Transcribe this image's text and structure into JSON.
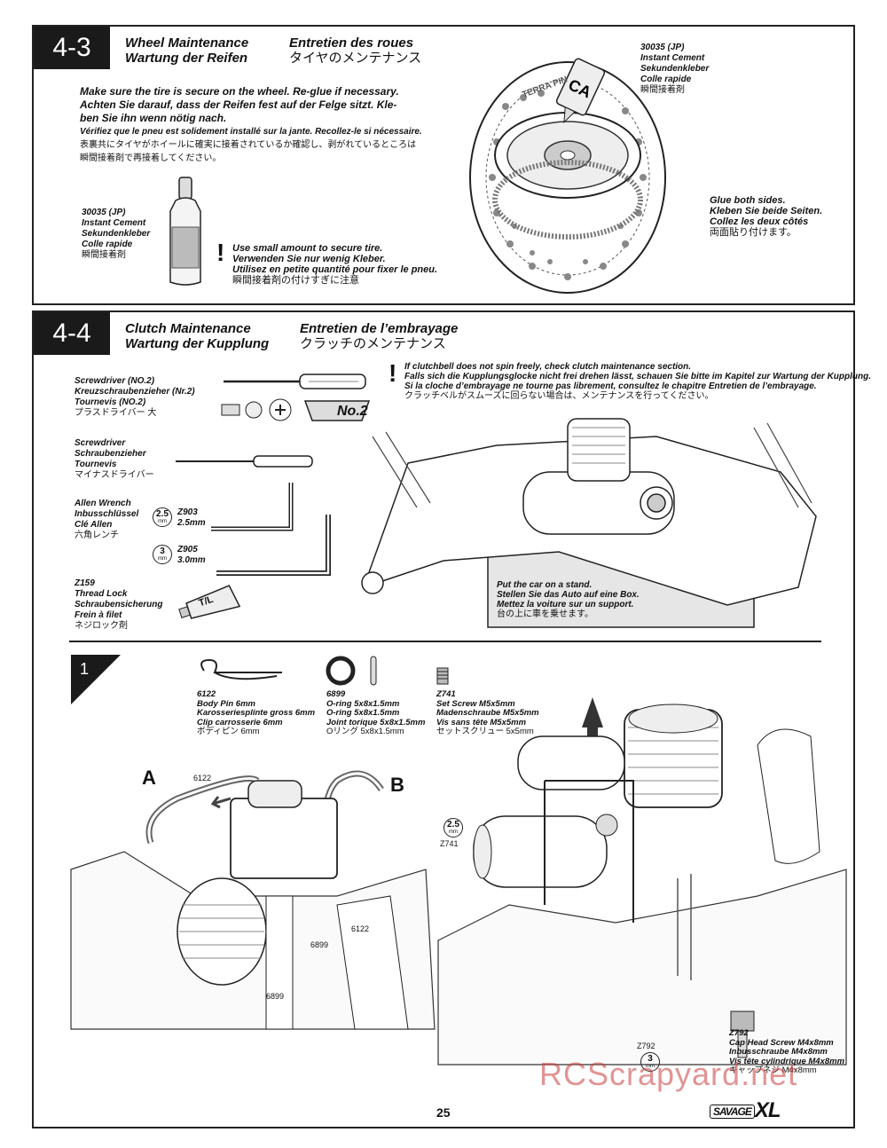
{
  "s43": {
    "number": "4-3",
    "title_en": "Wheel Maintenance",
    "title_de": "Wartung der Reifen",
    "title_fr": "Entretien des roues",
    "title_jp": "タイヤのメンテナンス",
    "instr_en": "Make sure the tire is secure on the wheel. Re-glue if necessary.",
    "instr_de1": "Achten Sie darauf, dass der Reifen fest auf der Felge sitzt. Kle-",
    "instr_de2": "ben Sie ihn wenn nötig nach.",
    "instr_fr": "Vérifiez que le pneu est solidement installé sur la jante. Recollez-le si nécessaire.",
    "instr_jp1": "表裏共にタイヤがホイールに確実に接着されているか確認し、剥がれているところは",
    "instr_jp2": "瞬間接着剤で再接着してください。",
    "cement_left": [
      "30035 (JP)",
      "Instant Cement",
      "Sekundenkleber",
      "Colle rapide",
      "瞬間接着剤"
    ],
    "cement_right": [
      "30035 (JP)",
      "Instant Cement",
      "Sekundenkleber",
      "Colle rapide",
      "瞬間接着剤"
    ],
    "warn": [
      "Use small amount to secure tire.",
      "Verwenden Sie nur wenig Kleber.",
      "Utilisez en petite quantité pour fixer le pneu.",
      "瞬間接着剤の付けすぎに注意"
    ],
    "glue": [
      "Glue both sides.",
      "Kleben Sie beide Seiten.",
      "Collez les deux côtés",
      "両面貼り付けます。"
    ],
    "ca_label": "CA",
    "tire_brand": "TERRA PIN"
  },
  "s44": {
    "number": "4-4",
    "title_en": "Clutch Maintenance",
    "title_de": "Wartung der Kupplung",
    "title_fr": "Entretien de l’embrayage",
    "title_jp": "クラッチのメンテナンス",
    "screwdriver_no2": [
      "Screwdriver (NO.2)",
      "Kreuzschraubenzieher (Nr.2)",
      "Tournevis (NO.2)",
      "プラスドライバー 大"
    ],
    "no2_label": "No.2",
    "screwdriver": [
      "Screwdriver",
      "Schraubenzieher",
      "Tournevis",
      "マイナスドライバー"
    ],
    "allen": [
      "Allen Wrench",
      "Inbusschlüssel",
      "Clé Allen",
      "六角レンチ"
    ],
    "z903": {
      "code": "Z903",
      "size": "2.5mm",
      "badge": "2.5",
      "unit": "mm"
    },
    "z905": {
      "code": "Z905",
      "size": "3.0mm",
      "badge": "3",
      "unit": "mm"
    },
    "threadlock": [
      "Z159",
      "Thread Lock",
      "Schraubensicherung",
      "Frein à filet",
      "ネジロック剤"
    ],
    "tl_label": "T/L",
    "warn": [
      "If clutchbell does not spin freely, check clutch maintenance section.",
      "Falls sich die Kupplungsglocke nicht frei drehen lässt, schauen Sie bitte im Kapitel zur Wartung der Kupplung.",
      "Si la cloche d’embrayage ne tourne pas librement, consultez le chapitre Entretien de l’embrayage.",
      "クラッチベルがスムーズに回らない場合は、メンテナンスを行ってください。"
    ],
    "stand": [
      "Put the car on a stand.",
      "Stellen Sie das Auto auf eine Box.",
      "Mettez la voiture sur un support.",
      "台の上に車を乗せます。"
    ],
    "step_number": "1",
    "part_6122": [
      "6122",
      "Body Pin 6mm",
      "Karosseriesplinte gross 6mm",
      "Clip carrosserie 6mm",
      "ボディピン 6mm"
    ],
    "part_6899": [
      "6899",
      "O-ring 5x8x1.5mm",
      "O-ring 5x8x1.5mm",
      "Joint torique 5x8x1.5mm",
      "Oリング 5x8x1.5mm"
    ],
    "part_z741": [
      "Z741",
      "Set Screw M5x5mm",
      "Madenschraube M5x5mm",
      "Vis sans tête M5x5mm",
      "セットスクリュー 5x5mm"
    ],
    "part_z792": [
      "Z792",
      "Cap Head Screw M4x8mm",
      "Inbusschraube M4x8mm",
      "Vis tête cylindrique M4x8mm",
      "キャップネジ M4x8mm"
    ],
    "callout_a": "A",
    "callout_b": "B",
    "small_6122_a": "6122",
    "small_6122_b": "6122",
    "small_6899_a": "6899",
    "small_6899_b": "6899",
    "small_z741": "Z741",
    "small_z792": "Z792",
    "badge_25": "2.5",
    "badge_3": "3",
    "badge_unit": "mm"
  },
  "footer": {
    "page": "25",
    "logo_main": "XL",
    "logo_small": "SAVAGE",
    "watermark": "RCScrapyard.net"
  }
}
